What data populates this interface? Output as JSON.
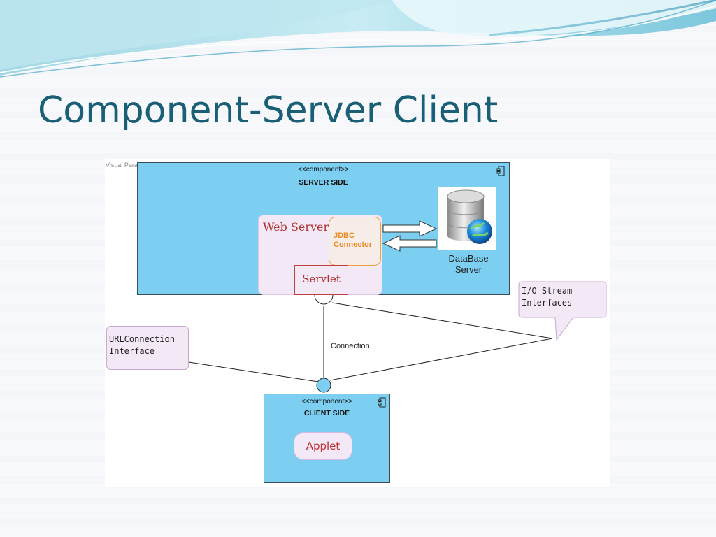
{
  "slide": {
    "title": "Component-Server Client",
    "watermark": "Visual Paradigm for UML Community Edition [not for commercial use]"
  },
  "diagram": {
    "server_component": {
      "stereotype": "<<component>>",
      "name": "SERVER SIDE"
    },
    "web_server": {
      "label": "Web Server"
    },
    "jdbc_connector": {
      "line1": "JDBC",
      "line2": "Connector"
    },
    "servlet": {
      "label": "Servlet"
    },
    "database": {
      "line1": "DataBase",
      "line2": "Server"
    },
    "connection_label": "Connection",
    "note_io": {
      "line1": "I/O Stream",
      "line2": "Interfaces"
    },
    "note_url": {
      "line1": "URLConnection",
      "line2": "Interface"
    },
    "client_component": {
      "stereotype": "<<component>>",
      "name": "CLIENT SIDE"
    },
    "applet": {
      "label": "Applet"
    }
  },
  "colors": {
    "title": "#1b5f76",
    "component_fill": "#7ccff0",
    "note_fill": "#f3e8f6",
    "jdbc_text": "#f08a20",
    "servlet_text": "#b03030"
  }
}
